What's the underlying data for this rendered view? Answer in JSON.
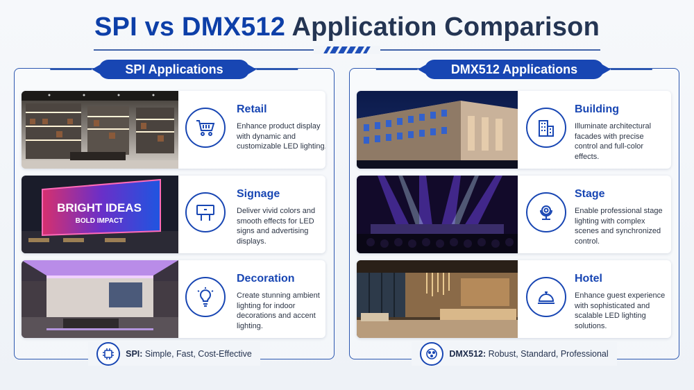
{
  "title": {
    "part1": "SPI vs DMX512",
    "part2": " Application Comparison"
  },
  "left_panel": {
    "header": "SPI Applications",
    "cards": [
      {
        "title": "Retail",
        "desc": "Enhance product display with dynamic and customizable LED lighting.",
        "icon": "shopping-cart-icon",
        "photo": "retail-store-photo"
      },
      {
        "title": "Signage",
        "desc": "Deliver vivid colors and smooth effects for LED signs and advertising displays.",
        "icon": "billboard-icon",
        "photo": "led-billboard-photo",
        "photo_text": [
          "BRIGHT IDEAS",
          "BOLD IMPACT"
        ]
      },
      {
        "title": "Decoration",
        "desc": "Create stunning ambient lighting for indoor decorations and accent lighting.",
        "icon": "lightbulb-icon",
        "photo": "living-room-photo"
      }
    ],
    "footer": {
      "label": "SPI:",
      "text": " Simple, Fast, Cost-Effective",
      "icon": "chip-icon"
    }
  },
  "right_panel": {
    "header": "DMX512 Applications",
    "cards": [
      {
        "title": "Building",
        "desc": "Illuminate architectural facades with precise control and full-color effects.",
        "icon": "building-icon",
        "photo": "building-facade-photo"
      },
      {
        "title": "Stage",
        "desc": "Enable professional stage lighting with complex scenes and synchronized control.",
        "icon": "moving-head-light-icon",
        "photo": "concert-stage-photo"
      },
      {
        "title": "Hotel",
        "desc": "Enhance guest experience with sophisticated and scalable LED lighting solutions.",
        "icon": "service-bell-icon",
        "photo": "hotel-lobby-photo"
      }
    ],
    "footer": {
      "label": "DMX512:",
      "text": " Robust, Standard, Professional",
      "icon": "xlr-connector-icon"
    }
  },
  "colors": {
    "accent": "#1846b3",
    "title_dark": "#243553",
    "title_blue": "#0d3fa8"
  }
}
